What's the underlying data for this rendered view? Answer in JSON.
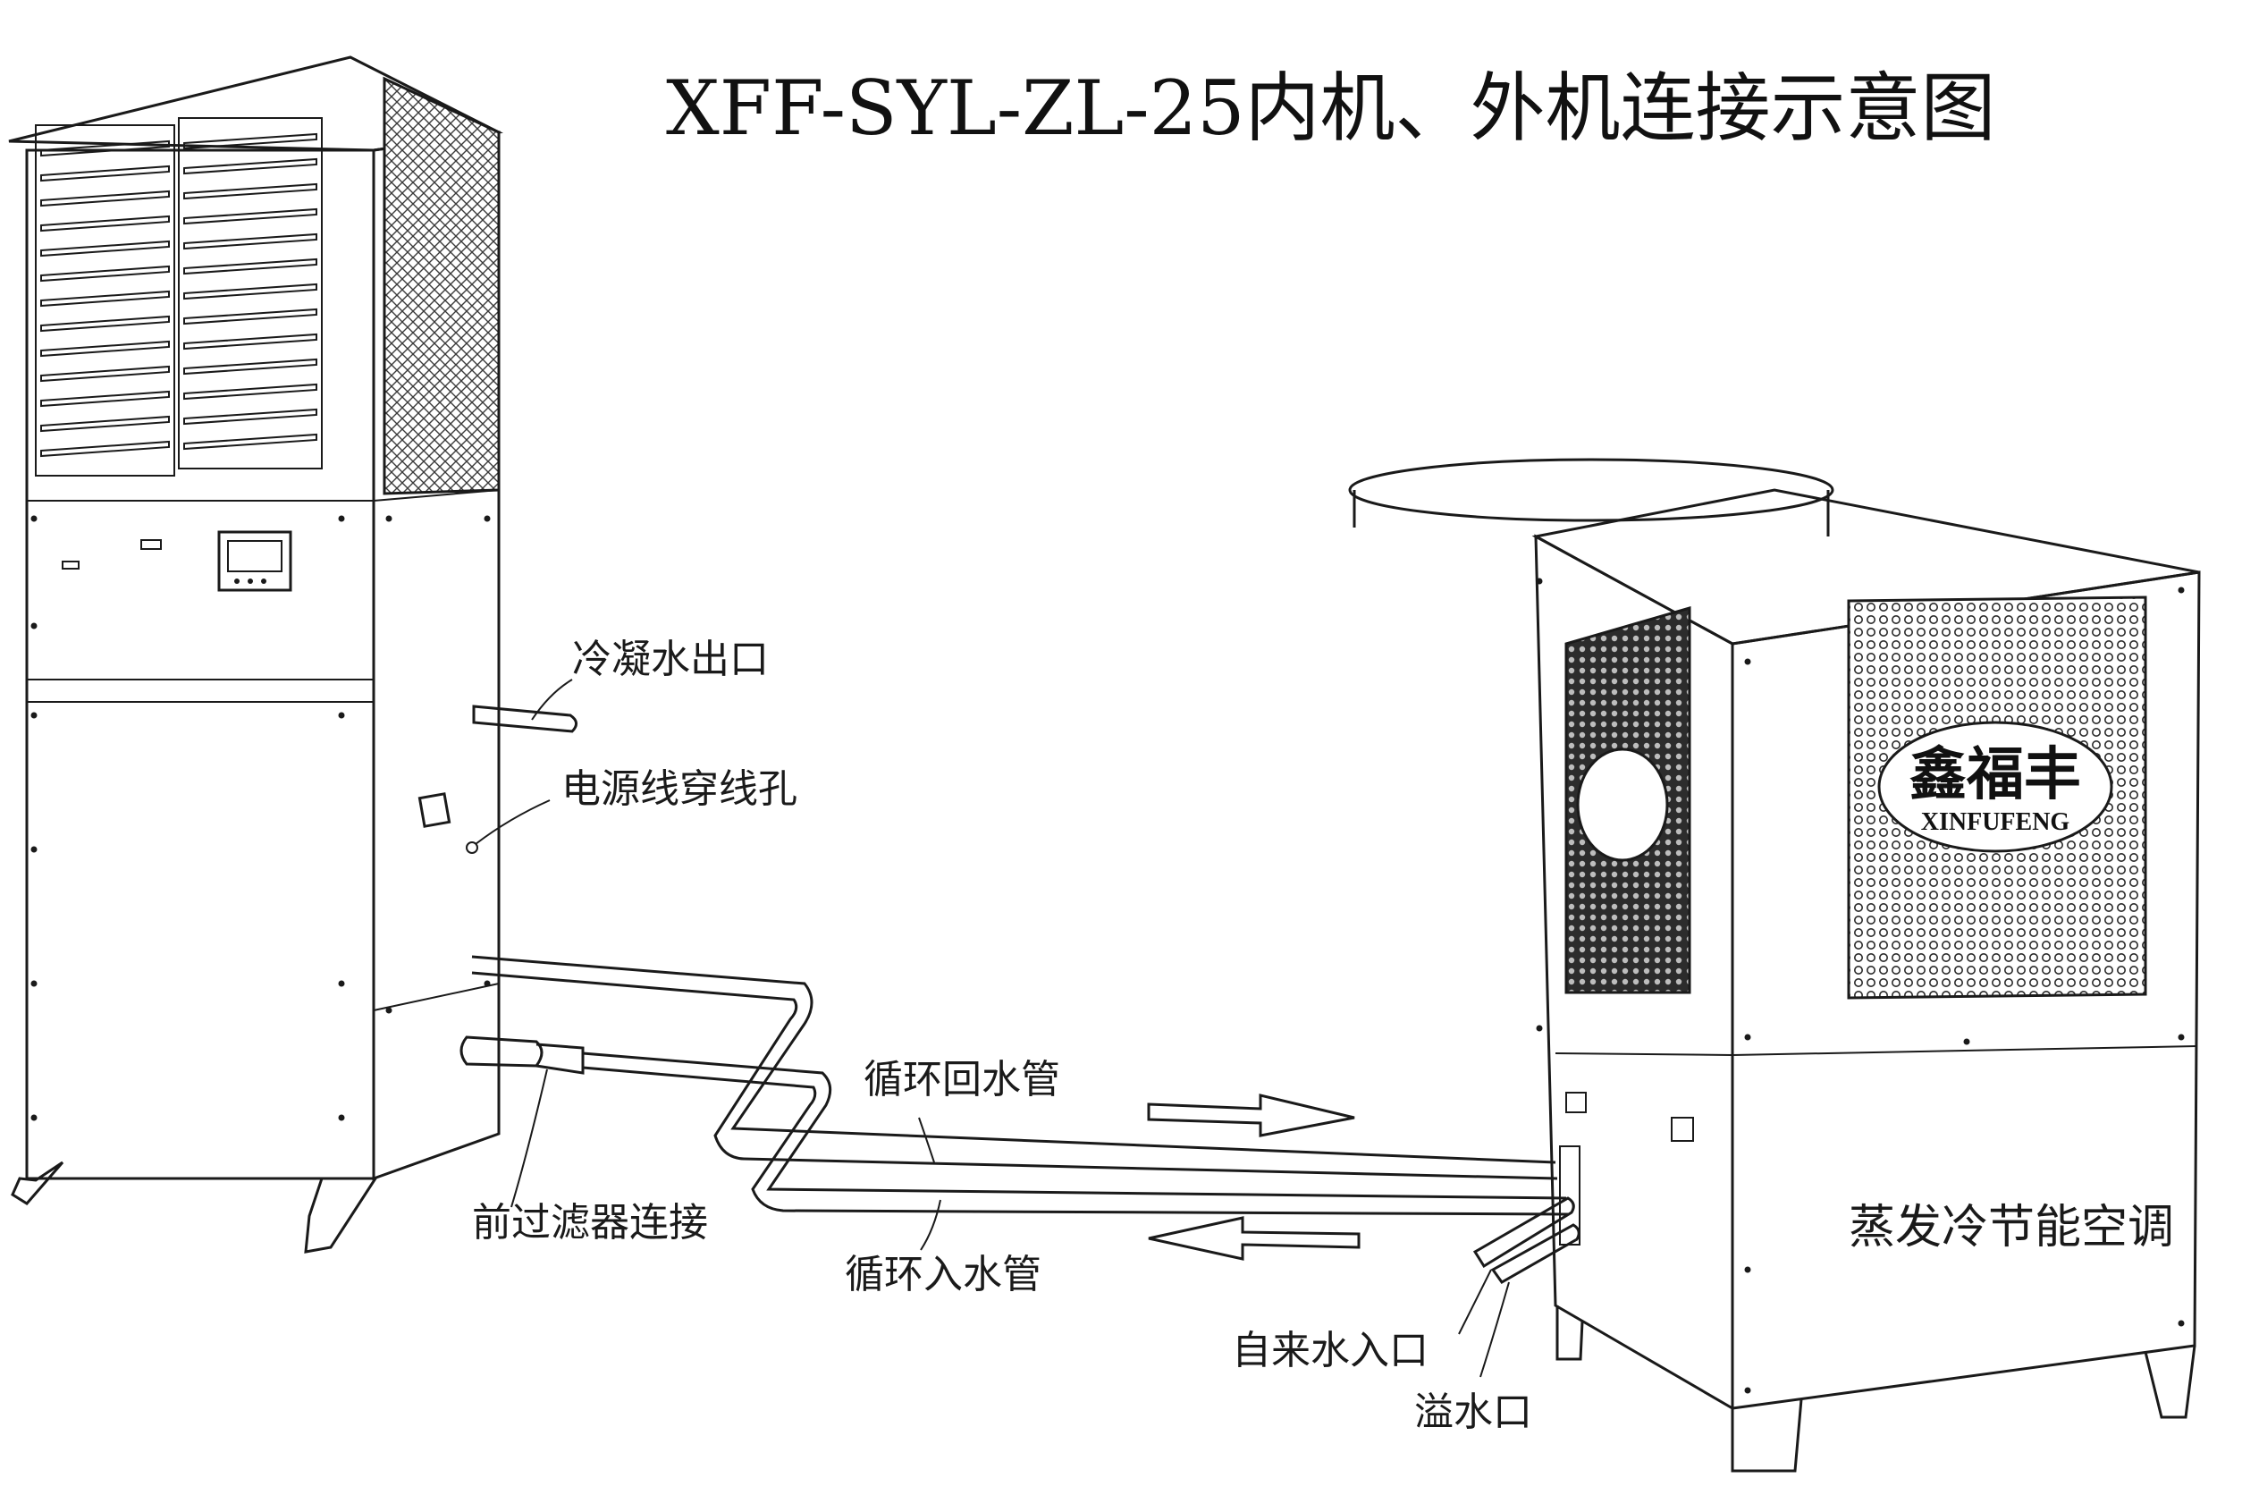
{
  "title": "XFF-SYL-ZL-25内机、外机连接示意图",
  "labels": {
    "condensate_outlet": "冷凝水出口",
    "power_cable_hole": "电源线穿线孔",
    "pre_filter_connection": "前过滤器连接",
    "circulation_return_pipe": "循环回水管",
    "circulation_inlet_pipe": "循环入水管",
    "tap_water_inlet": "自来水入口",
    "overflow_outlet": "溢水口"
  },
  "outdoor_unit": {
    "brand_cn": "鑫福丰",
    "brand_en": "XINFUFENG",
    "panel_text": "蒸发冷节能空调"
  },
  "colors": {
    "line": "#1a1a1a",
    "background": "#ffffff",
    "mesh": "#3a3a3a"
  }
}
